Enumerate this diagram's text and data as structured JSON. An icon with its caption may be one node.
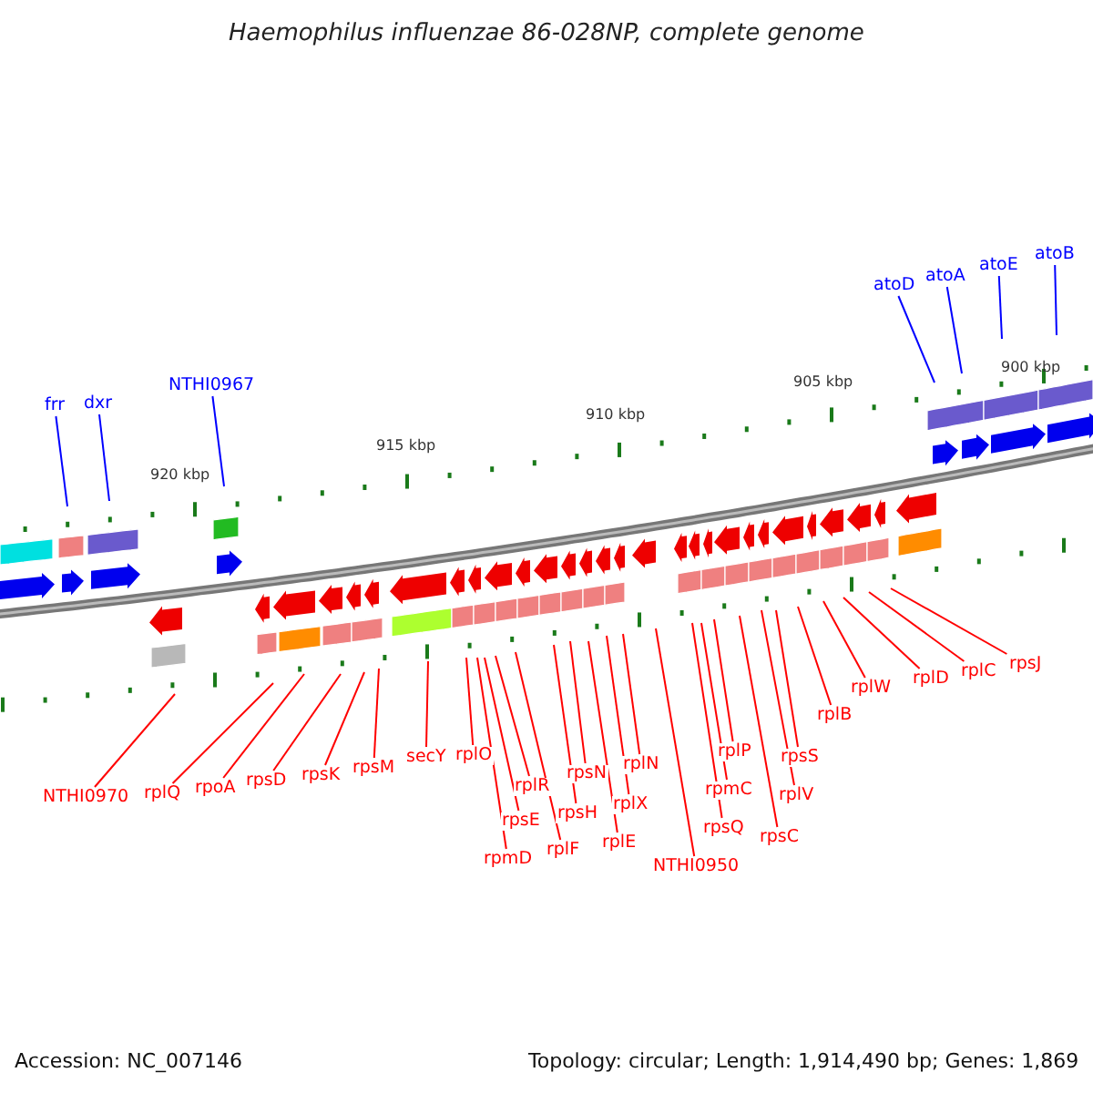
{
  "diagram": {
    "title": "Haemophilus influenzae 86-028NP, complete genome",
    "nodes": [
      {
        "text": [
          "frr"
        ]
      },
      {
        "text": [
          "dxr"
        ]
      },
      {
        "text": [
          "NTHI0967"
        ]
      },
      {
        "text": [
          "atoD"
        ]
      },
      {
        "text": [
          "atoA"
        ]
      },
      {
        "text": [
          "atoE"
        ]
      },
      {
        "text": [
          "atoB"
        ]
      },
      {
        "text": [
          "NTHI0970"
        ]
      },
      {
        "text": [
          "rplQ"
        ]
      },
      {
        "text": [
          "rpoA"
        ]
      },
      {
        "text": [
          "rpsD"
        ]
      },
      {
        "text": [
          "rpsK"
        ]
      },
      {
        "text": [
          "rpsM"
        ]
      },
      {
        "text": [
          "secY"
        ]
      },
      {
        "text": [
          "rplO"
        ]
      },
      {
        "text": [
          "rpmD"
        ]
      },
      {
        "text": [
          "rpsE"
        ]
      },
      {
        "text": [
          "rplR"
        ]
      },
      {
        "text": [
          "rplF"
        ]
      },
      {
        "text": [
          "rpsH"
        ]
      },
      {
        "text": [
          "rpsN"
        ]
      },
      {
        "text": [
          "rplX"
        ]
      },
      {
        "text": [
          "rplE"
        ]
      },
      {
        "text": [
          "rplN"
        ]
      },
      {
        "text": [
          "NTHI0950"
        ]
      },
      {
        "text": [
          "rpsQ"
        ]
      },
      {
        "text": [
          "rpmC"
        ]
      },
      {
        "text": [
          "rplP"
        ]
      },
      {
        "text": [
          "rpsC"
        ]
      },
      {
        "text": [
          "rplV"
        ]
      },
      {
        "text": [
          "rpsS"
        ]
      },
      {
        "text": [
          "rplB"
        ]
      },
      {
        "text": [
          "rplW"
        ]
      },
      {
        "text": [
          "rplD"
        ]
      },
      {
        "text": [
          "rplC"
        ]
      },
      {
        "text": [
          "rpsJ"
        ]
      }
    ],
    "edges": [
      {
        "from": 0,
        "to": null,
        "arrow": "none",
        "color": "#0000ff"
      },
      {
        "from": 1,
        "to": null,
        "arrow": "none",
        "color": "#0000ff"
      },
      {
        "from": 2,
        "to": null,
        "arrow": "none",
        "color": "#0000ff"
      },
      {
        "from": 3,
        "to": null,
        "arrow": "none",
        "color": "#0000ff"
      },
      {
        "from": 4,
        "to": null,
        "arrow": "none",
        "color": "#0000ff"
      },
      {
        "from": 5,
        "to": null,
        "arrow": "none",
        "color": "#0000ff"
      },
      {
        "from": 6,
        "to": null,
        "arrow": "none",
        "color": "#0000ff"
      },
      {
        "from": 7,
        "to": null,
        "arrow": "none"
      },
      {
        "from": 8,
        "to": null,
        "arrow": "none"
      },
      {
        "from": 9,
        "to": null,
        "arrow": "none"
      },
      {
        "from": 10,
        "to": null,
        "arrow": "none"
      },
      {
        "from": 11,
        "to": null,
        "arrow": "none"
      },
      {
        "from": 12,
        "to": null,
        "arrow": "none"
      },
      {
        "from": 13,
        "to": null,
        "arrow": "none"
      },
      {
        "from": 14,
        "to": null,
        "arrow": "none"
      },
      {
        "from": 15,
        "to": null,
        "arrow": "none"
      },
      {
        "from": 16,
        "to": null,
        "arrow": "none"
      },
      {
        "from": 17,
        "to": null,
        "arrow": "none"
      },
      {
        "from": 18,
        "to": null,
        "arrow": "none"
      },
      {
        "from": 19,
        "to": null,
        "arrow": "none"
      },
      {
        "from": 20,
        "to": null,
        "arrow": "none"
      },
      {
        "from": 21,
        "to": null,
        "arrow": "none"
      },
      {
        "from": 22,
        "to": null,
        "arrow": "none"
      },
      {
        "from": 23,
        "to": null,
        "arrow": "none"
      },
      {
        "from": 24,
        "to": null,
        "arrow": "none"
      },
      {
        "from": 25,
        "to": null,
        "arrow": "none"
      },
      {
        "from": 26,
        "to": null,
        "arrow": "none"
      },
      {
        "from": 27,
        "to": null,
        "arrow": "none"
      },
      {
        "from": 28,
        "to": null,
        "arrow": "none"
      },
      {
        "from": 29,
        "to": null,
        "arrow": "none"
      },
      {
        "from": 30,
        "to": null,
        "arrow": "none"
      },
      {
        "from": 31,
        "to": null,
        "arrow": "none"
      },
      {
        "from": 32,
        "to": null,
        "arrow": "none"
      },
      {
        "from": 33,
        "to": null,
        "arrow": "none"
      },
      {
        "from": 34,
        "to": null,
        "arrow": "none"
      },
      {
        "from": 35,
        "to": null,
        "arrow": "none"
      }
    ],
    "labels": [
      "920 kbp",
      "915 kbp",
      "910 kbp",
      "905 kbp",
      "900 kbp",
      "Accession: NC_007146",
      "Topology: circular; Length: 1,914,490 bp; Genes: 1,869"
    ]
  }
}
